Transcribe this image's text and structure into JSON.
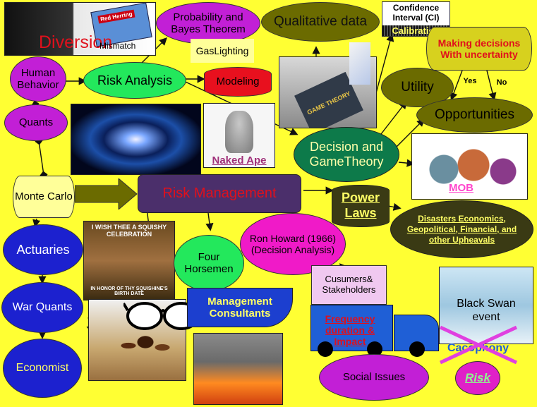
{
  "colors": {
    "background": "#ffff33",
    "purple": "#c21fd6",
    "green": "#23e85c",
    "blue": "#1c21cf",
    "olive": "#6b6b00",
    "dark_olive": "#3a3a14",
    "red": "#e0101c",
    "truck_blue": "#1f5fd6"
  },
  "nodes": {
    "diversion": "Diversion",
    "diversion_sub": "Mismatch",
    "red_herring_sign": "Red Herring",
    "probability_bayes": "Probability and Bayes Theorem",
    "qualitative_data": "Qualitative data",
    "confidence_interval": "Confidence Interval (CI)",
    "calibration": "Calibration",
    "making_decisions": "Making decisions With uncertainty",
    "gaslighting": "GasLighting",
    "human_behavior": "Human Behavior",
    "risk_analysis": "Risk Analysis",
    "modeling": "Modeling",
    "utility": "Utility",
    "yes_label": "Yes",
    "no_label": "No",
    "opportunities": "Opportunities",
    "quants": "Quants",
    "game_theory_book": "GAME THEORY",
    "decision_game_theory": "Decision and GameTheory",
    "naked_ape": "Naked Ape",
    "mob": "MOB",
    "monte_carlo": "Monte Carlo",
    "risk_management": "Risk Management",
    "power_laws": "Power Laws",
    "disasters": "Disasters Economics, Geopolitical, Financial, and other Upheavals",
    "actuaries": "Actuaries",
    "meme_top": "I WISH THEE A SQUISHY CELEBRATION",
    "meme_bottom": "IN HONOR OF THY SQUISHINE'S BIRTH DATE",
    "four_horsemen": "Four Horsemen",
    "ron_howard": "Ron Howard (1966) (Decision Analysis)",
    "consumers": "Cusumers& Stakeholders",
    "black_swan": "Black Swan event",
    "war_quants": "War Quants",
    "management_consultants": "Management Consultants",
    "frequency": "Frequency duration & Impact",
    "cacophony": "Cacophony",
    "economist": "Economist",
    "social_issues": "Social Issues",
    "risk": "Risk"
  }
}
